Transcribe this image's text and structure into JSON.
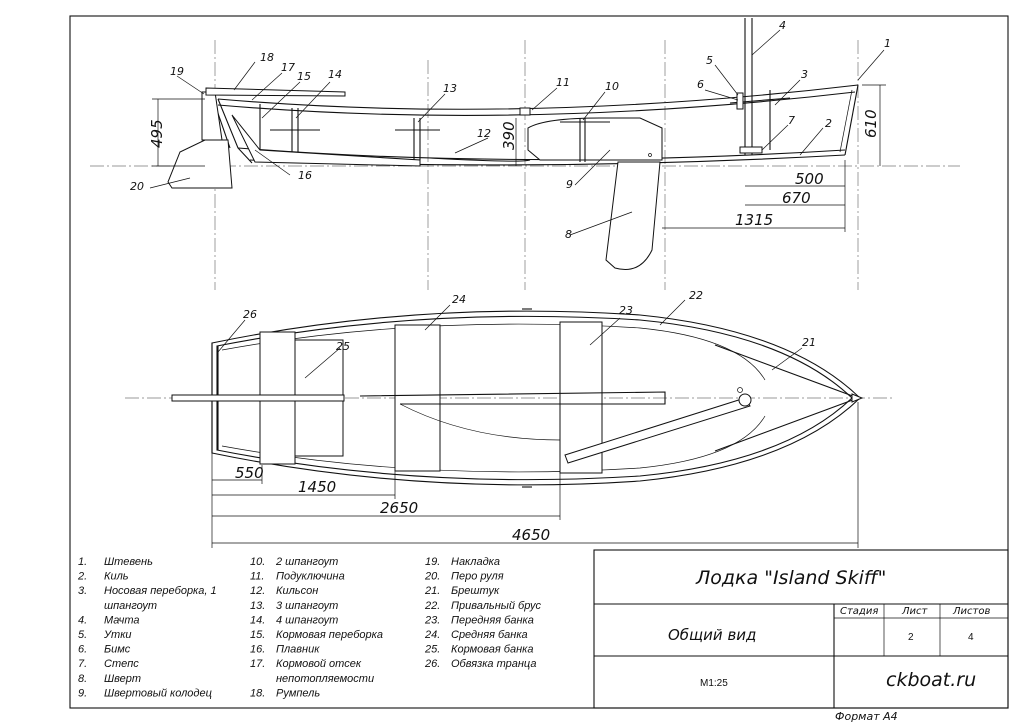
{
  "title": "Лодка \"Island Skiff\"",
  "view_name": "Общий вид",
  "scale": "М1:25",
  "site": "ckboat.ru",
  "format_label": "Формат А4",
  "stage_header": "Стадия",
  "sheet_header": "Лист",
  "sheets_header": "Листов",
  "sheet_no": "2",
  "sheets_total": "4",
  "callouts": [
    "1",
    "2",
    "3",
    "4",
    "5",
    "6",
    "7",
    "8",
    "9",
    "10",
    "11",
    "12",
    "13",
    "14",
    "15",
    "16",
    "17",
    "18",
    "19",
    "20",
    "21",
    "22",
    "23",
    "24",
    "25",
    "26"
  ],
  "dimensions": {
    "side": [
      "495",
      "390",
      "610",
      "500",
      "670",
      "1315"
    ],
    "plan": [
      "550",
      "1450",
      "2650",
      "4650"
    ]
  },
  "legend": [
    {
      "num": "1.",
      "text": "Штевень"
    },
    {
      "num": "2.",
      "text": "Киль"
    },
    {
      "num": "3.",
      "text": "Носовая переборка, 1"
    },
    {
      "num": "",
      "text": "шпангоут"
    },
    {
      "num": "4.",
      "text": "Мачта"
    },
    {
      "num": "5.",
      "text": "Утки"
    },
    {
      "num": "6.",
      "text": "Бимс"
    },
    {
      "num": "7.",
      "text": "Степс"
    },
    {
      "num": "8.",
      "text": "Шверт"
    },
    {
      "num": "9.",
      "text": "Швертовый колодец"
    },
    {
      "num": "10.",
      "text": "2 шпангоут"
    },
    {
      "num": "11.",
      "text": "Подуключина"
    },
    {
      "num": "12.",
      "text": "Кильсон"
    },
    {
      "num": "13.",
      "text": "3 шпангоут"
    },
    {
      "num": "14.",
      "text": "4 шпангоут"
    },
    {
      "num": "15.",
      "text": "Кормовая переборка"
    },
    {
      "num": "16.",
      "text": "Плавник"
    },
    {
      "num": "17.",
      "text": "Кормовой отсек"
    },
    {
      "num": "",
      "text": "непотопляемости"
    },
    {
      "num": "18.",
      "text": "Румпель"
    },
    {
      "num": "19.",
      "text": "Накладка"
    },
    {
      "num": "20.",
      "text": "Перо руля"
    },
    {
      "num": "21.",
      "text": "Брештук"
    },
    {
      "num": "22.",
      "text": "Привальный брус"
    },
    {
      "num": "23.",
      "text": "Передняя банка"
    },
    {
      "num": "24.",
      "text": "Средняя банка"
    },
    {
      "num": "25.",
      "text": "Кормовая банка"
    },
    {
      "num": "26.",
      "text": "Обвязка транца"
    }
  ]
}
